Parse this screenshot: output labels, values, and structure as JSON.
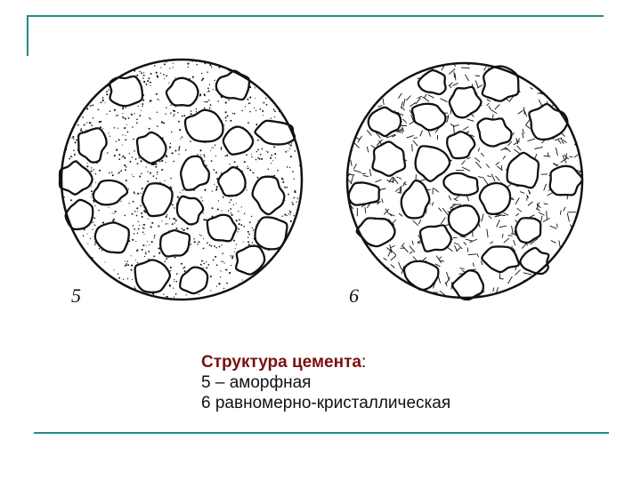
{
  "colors": {
    "frame": "#1e8c8c",
    "title": "#7a1010",
    "text": "#111111",
    "outline": "#111111"
  },
  "figures": [
    {
      "label": "5",
      "texture": "dotted"
    },
    {
      "label": "6",
      "texture": "hatched"
    }
  ],
  "caption": {
    "title": "Структура цемента",
    "title_suffix": ":",
    "line1": "5 – аморфная",
    "line2": "6 равномерно-кристаллическая"
  }
}
